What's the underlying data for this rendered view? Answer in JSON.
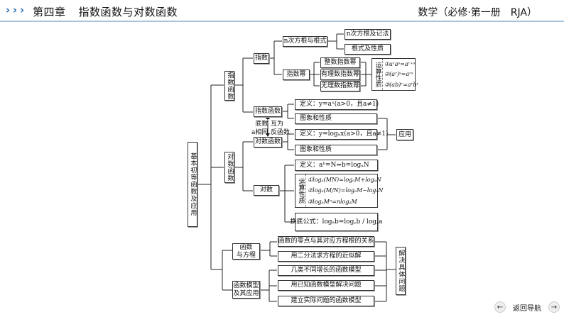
{
  "header": {
    "chevrons": "chevron-right-triple-icon",
    "chapter": "第四章",
    "title": "指数函数与对数函数",
    "book": "数学（必修·第一册　RJA）"
  },
  "diagram": {
    "root": "基本初等函数及应用",
    "exp_func": "指数函数",
    "log_func": "对数函数",
    "exponent": "指数",
    "nth_root": "n次方根与根式",
    "nth_root_notation": "n次方根及记法",
    "radical_props": "根式及性质",
    "power": "指数幂",
    "int_power": "整数指数幂",
    "rational_power": "有理数指数幂",
    "irrational_power": "无理数指数幂",
    "ops_label": "运算性质",
    "power_rules": [
      "①aʳaˢ=aʳ⁺ˢ",
      "②(aʳ)ˢ=aʳˢ",
      "③(ab)ʳ=aʳbʳ"
    ],
    "exp_function_node": "指数函数",
    "exp_def": "定义：y=aˣ(a>0，且a≠1)",
    "exp_graph": "图象和性质",
    "relation_left": [
      "底数",
      "a相同"
    ],
    "relation_right": [
      "互为",
      "反函数"
    ],
    "log_function_node": "对数函数",
    "log_def": "定义：y=logₐx(a>0，且a≠1)",
    "log_graph": "图象和性质",
    "application": "应用",
    "logarithm": "对数",
    "log_definition": "定义：aᵇ=N⇔b=logₐN",
    "log_rules": [
      "①logₐ(MN)=logₐM+logₐN",
      "②logₐ(M/N)=logₐM−logₐN",
      "③logₐMⁿ=nlogₐM"
    ],
    "change_base": "换底公式：logₐb=log꜀b / log꜀a",
    "func_eq": [
      "函数",
      "与方程"
    ],
    "zero_relation": "函数的零点与其对应方程根的关系",
    "bisection": "用二分法求方程的近似解",
    "func_model": [
      "函数模型",
      "及其应用"
    ],
    "growth_models": "几类不同增长的函数模型",
    "known_models": "用已知函数模型解决问题",
    "build_models": "建立实际问题的函数模型",
    "solve": "解决具体问题"
  },
  "footer": {
    "back_nav": "返回导航",
    "prev_icon": "arrow-left-icon",
    "next_icon": "arrow-right-icon"
  }
}
